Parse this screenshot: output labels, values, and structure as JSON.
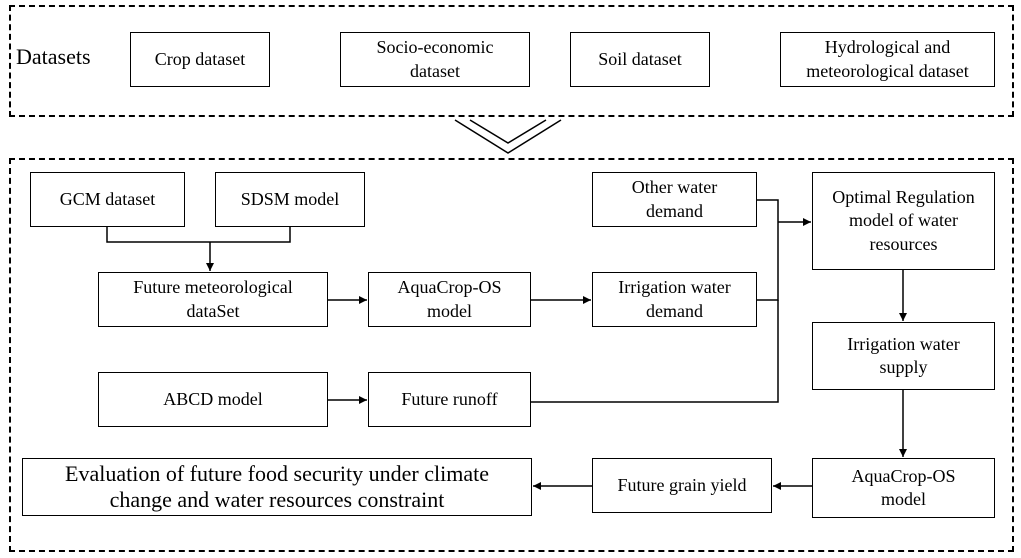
{
  "datasets_section": {
    "label": "Datasets",
    "boxes": [
      "Crop dataset",
      "Socio-economic\ndataset",
      "Soil dataset",
      "Hydrological and\nmeteorological dataset"
    ]
  },
  "workflow": {
    "gcm": "GCM dataset",
    "sdsm": "SDSM model",
    "future_met": "Future meteorological\ndataSet",
    "aquacrop1": "AquaCrop-OS\nmodel",
    "irr_demand": "Irrigation water\ndemand",
    "other_demand": "Other water\ndemand",
    "optimal": "Optimal Regulation\nmodel of water\nresources",
    "irr_supply": "Irrigation water\nsupply",
    "abcd": "ABCD model",
    "runoff": "Future runoff",
    "aquacrop2": "AquaCrop-OS\nmodel",
    "grain": "Future grain yield",
    "evaluation": "Evaluation of future food security under climate\nchange and water resources constraint"
  }
}
